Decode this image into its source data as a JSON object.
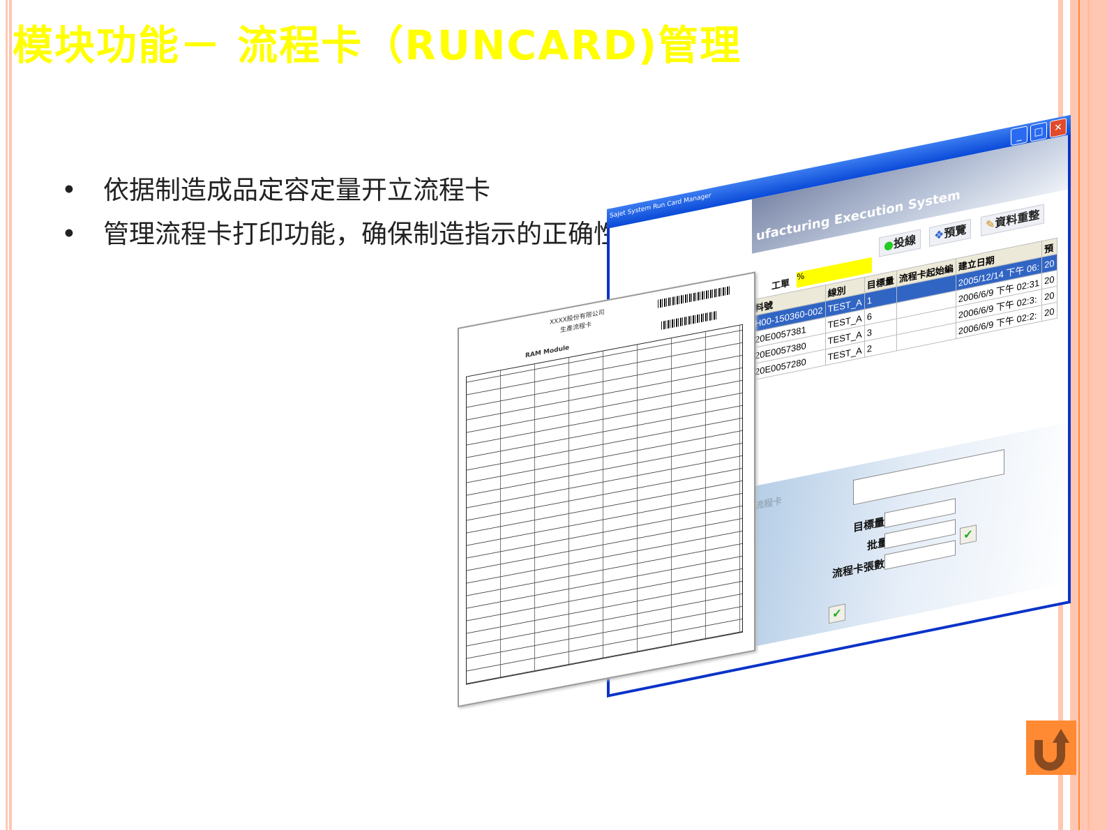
{
  "slide": {
    "title": "模块功能－  流程卡（RUNCARD)管理",
    "title_color": "#ffff00",
    "bullets": [
      "依据制造成品定容定量开立流程卡",
      "管理流程卡打印功能，确保制造指示的正确性"
    ],
    "bullet_symbol": "•",
    "accent_colors": [
      "#ffc7b2",
      "#ff8a33"
    ]
  },
  "mes_window": {
    "caption": "Sajet System Run Card Manager",
    "banner_text": "ufacturing Execution System",
    "window_buttons": [
      "minimize-icon",
      "maximize-icon",
      "close-icon"
    ],
    "toolbar": [
      "投線",
      "預覽",
      "資料重整"
    ],
    "filter_label": "工單",
    "filter_value": "%",
    "columns": [
      "料號",
      "線別",
      "目標量",
      "流程卡起始編",
      "建立日期",
      "預"
    ],
    "rows": [
      [
        "H00-150360-002",
        "TEST_A",
        "1",
        "",
        "2005/12/14 下午 06:",
        "20"
      ],
      [
        "20E0057381",
        "TEST_A",
        "6",
        "",
        "2006/6/9 下午 02:31",
        "20"
      ],
      [
        "20E0057380",
        "TEST_A",
        "3",
        "",
        "2006/6/9 下午 02:3:",
        "20"
      ],
      [
        "20E0057280",
        "TEST_A",
        "2",
        "",
        "2006/6/9 下午 02:2:",
        "20"
      ]
    ],
    "selected_row": 0,
    "section_label": "流程卡",
    "form_labels": [
      "目標量",
      "批量",
      "流程卡張數"
    ]
  },
  "runcard_paper": {
    "company": "XXXX股份有限公司",
    "doc_title": "生產流程卡",
    "module": "RAM Module"
  },
  "nav": {
    "back_icon": "return-arrow-icon"
  }
}
